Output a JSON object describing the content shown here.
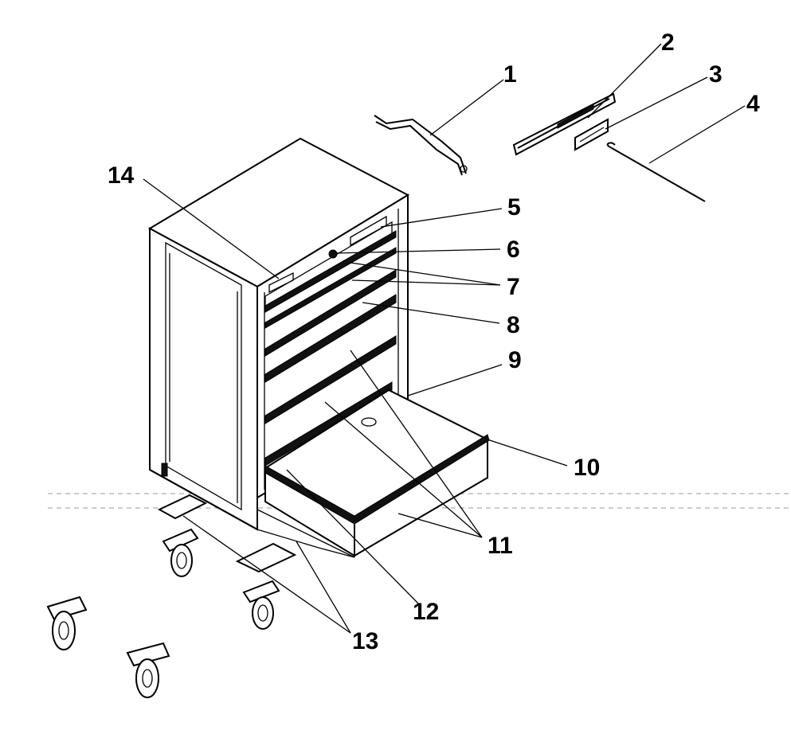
{
  "diagram": {
    "labels": [
      {
        "id": "label-1",
        "text": "1"
      },
      {
        "id": "label-2",
        "text": "2"
      },
      {
        "id": "label-3",
        "text": "3"
      },
      {
        "id": "label-4",
        "text": "4"
      },
      {
        "id": "label-5",
        "text": "5"
      },
      {
        "id": "label-6",
        "text": "6"
      },
      {
        "id": "label-7",
        "text": "7"
      },
      {
        "id": "label-8",
        "text": "8"
      },
      {
        "id": "label-9",
        "text": "9"
      },
      {
        "id": "label-10",
        "text": "10"
      },
      {
        "id": "label-11",
        "text": "11"
      },
      {
        "id": "label-12",
        "text": "12"
      },
      {
        "id": "label-13",
        "text": "13"
      },
      {
        "id": "label-14",
        "text": "14"
      }
    ]
  }
}
